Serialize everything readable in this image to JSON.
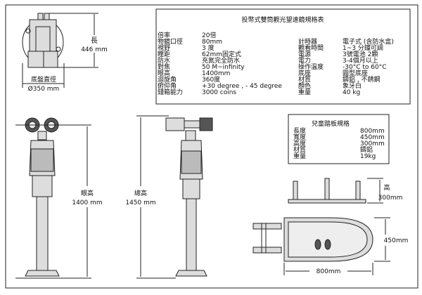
{
  "top_view": {
    "length_label": "長",
    "length_value": "446 mm",
    "base_label": "底盤直徑",
    "base_value": "Ø350 mm"
  },
  "front_view": {
    "label": "眼高",
    "value": "1400 mm"
  },
  "side_view": {
    "label": "總高",
    "value": "1450 mm"
  },
  "spec_table": {
    "title": "投幣式雙筒觀光望遠鏡規格表",
    "left": [
      {
        "label": "倍率",
        "value": "20倍"
      },
      {
        "label": "物鏡口徑",
        "value": "80mm"
      },
      {
        "label": "視野",
        "value": "3 度"
      },
      {
        "label": "瞳距",
        "value": "62mm固定式"
      },
      {
        "label": "防水",
        "value": "充氮完全防水"
      },
      {
        "label": "對焦",
        "value": "50 M~infinity"
      },
      {
        "label": "眼高",
        "value": "1400mm"
      },
      {
        "label": "迴旋角",
        "value": "360度"
      },
      {
        "label": "俯仰角",
        "value": "+30 degree , - 45 degree"
      },
      {
        "label": "錢箱能力",
        "value": "3000 coins"
      }
    ],
    "right": [
      {
        "label": "計時器",
        "value": "電子式 (含防水盒)"
      },
      {
        "label": "觀看時間",
        "value": "1~3 分鐘可調"
      },
      {
        "label": "電源",
        "value": "3號電池 2顆"
      },
      {
        "label": "電力",
        "value": "3-4個月以上"
      },
      {
        "label": "操作溫度",
        "value": "-30°C to 60°C"
      },
      {
        "label": "底座",
        "value": "圓型底座"
      },
      {
        "label": "材質",
        "value": "鑄鋁 , 不銹鋼"
      },
      {
        "label": "顏色",
        "value": "象牙白"
      },
      {
        "label": "重量",
        "value": "40 kg"
      }
    ]
  },
  "pedal_table": {
    "title": "兒童踏板規格",
    "rows": [
      {
        "label": "長度",
        "value": "800mm"
      },
      {
        "label": "寬度",
        "value": "450mm"
      },
      {
        "label": "高度",
        "value": "300mm"
      },
      {
        "label": "材質",
        "value": "鑄鋁"
      },
      {
        "label": "重量",
        "value": "19kg"
      }
    ]
  },
  "pedal_dims": {
    "height_label": "高",
    "height_value": "300mm",
    "width_value": "450mm",
    "length_value": "800mm"
  }
}
